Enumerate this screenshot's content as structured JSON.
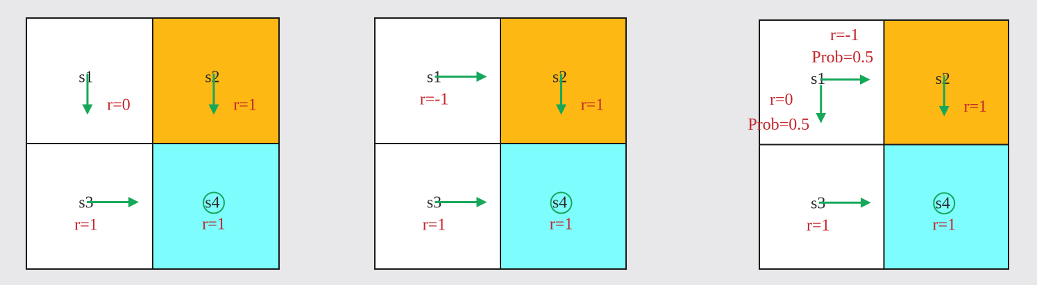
{
  "colors": {
    "background": "#e8e7ea",
    "plain_cell": "#ffffff",
    "forbidden_cell": "#fdb813",
    "target_cell": "#7dfdfd",
    "arrow": "#16a85a",
    "state_text": "#2b2b2b",
    "reward_text": "#c4262e",
    "grid_line": "#1a1a1a"
  },
  "icons": {
    "arrow": "green-arrow-icon",
    "target_marker": "circle-icon"
  },
  "grids": [
    {
      "cells": [
        {
          "state": "s1",
          "type": "plain",
          "action": "down",
          "reward": "r=0"
        },
        {
          "state": "s2",
          "type": "forbidden",
          "action": "down",
          "reward": "r=1"
        },
        {
          "state": "s3",
          "type": "plain",
          "action": "right",
          "reward": "r=1"
        },
        {
          "state": "s4",
          "type": "target",
          "action": "stay",
          "reward": "r=1"
        }
      ]
    },
    {
      "cells": [
        {
          "state": "s1",
          "type": "plain",
          "action": "right",
          "reward": "r=-1"
        },
        {
          "state": "s2",
          "type": "forbidden",
          "action": "down",
          "reward": "r=1"
        },
        {
          "state": "s3",
          "type": "plain",
          "action": "right",
          "reward": "r=1"
        },
        {
          "state": "s4",
          "type": "target",
          "action": "stay",
          "reward": "r=1"
        }
      ]
    },
    {
      "cells": [
        {
          "state": "s1",
          "type": "plain",
          "action": "stochastic",
          "branches": [
            {
              "action": "right",
              "reward": "r=-1",
              "prob": "Prob=0.5"
            },
            {
              "action": "down",
              "reward": "r=0",
              "prob": "Prob=0.5"
            }
          ]
        },
        {
          "state": "s2",
          "type": "forbidden",
          "action": "down",
          "reward": "r=1"
        },
        {
          "state": "s3",
          "type": "plain",
          "action": "right",
          "reward": "r=1"
        },
        {
          "state": "s4",
          "type": "target",
          "action": "stay",
          "reward": "r=1"
        }
      ]
    }
  ]
}
